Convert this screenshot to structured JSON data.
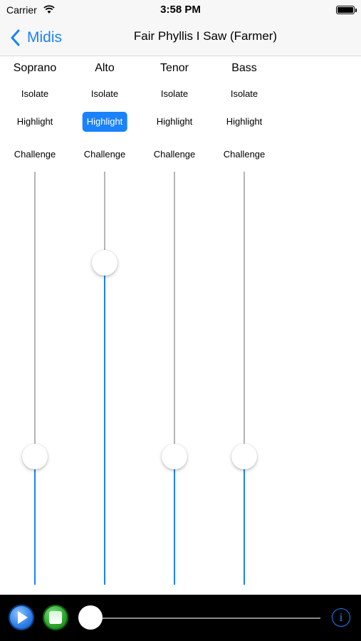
{
  "status_bar": {
    "carrier": "Carrier",
    "time": "3:58 PM",
    "wifi_icon": "wifi-icon",
    "battery_icon": "battery-icon"
  },
  "nav": {
    "back_label": "Midis",
    "title": "Fair Phyllis I Saw (Farmer)"
  },
  "voices": [
    {
      "name": "Soprano",
      "isolate": "Isolate",
      "highlight": "Highlight",
      "challenge": "Challenge",
      "highlight_active": false,
      "volume": 0.31
    },
    {
      "name": "Alto",
      "isolate": "Isolate",
      "highlight": "Highlight",
      "challenge": "Challenge",
      "highlight_active": true,
      "volume": 0.78
    },
    {
      "name": "Tenor",
      "isolate": "Isolate",
      "highlight": "Highlight",
      "challenge": "Challenge",
      "highlight_active": false,
      "volume": 0.31
    },
    {
      "name": "Bass",
      "isolate": "Isolate",
      "highlight": "Highlight",
      "challenge": "Challenge",
      "highlight_active": false,
      "volume": 0.31
    }
  ],
  "toolbar": {
    "play_icon": "play-icon",
    "stop_icon": "stop-icon",
    "info_label": "i",
    "playback_position": 0.0
  },
  "colors": {
    "accent": "#1a82fb",
    "track": "#b5b5b5"
  }
}
